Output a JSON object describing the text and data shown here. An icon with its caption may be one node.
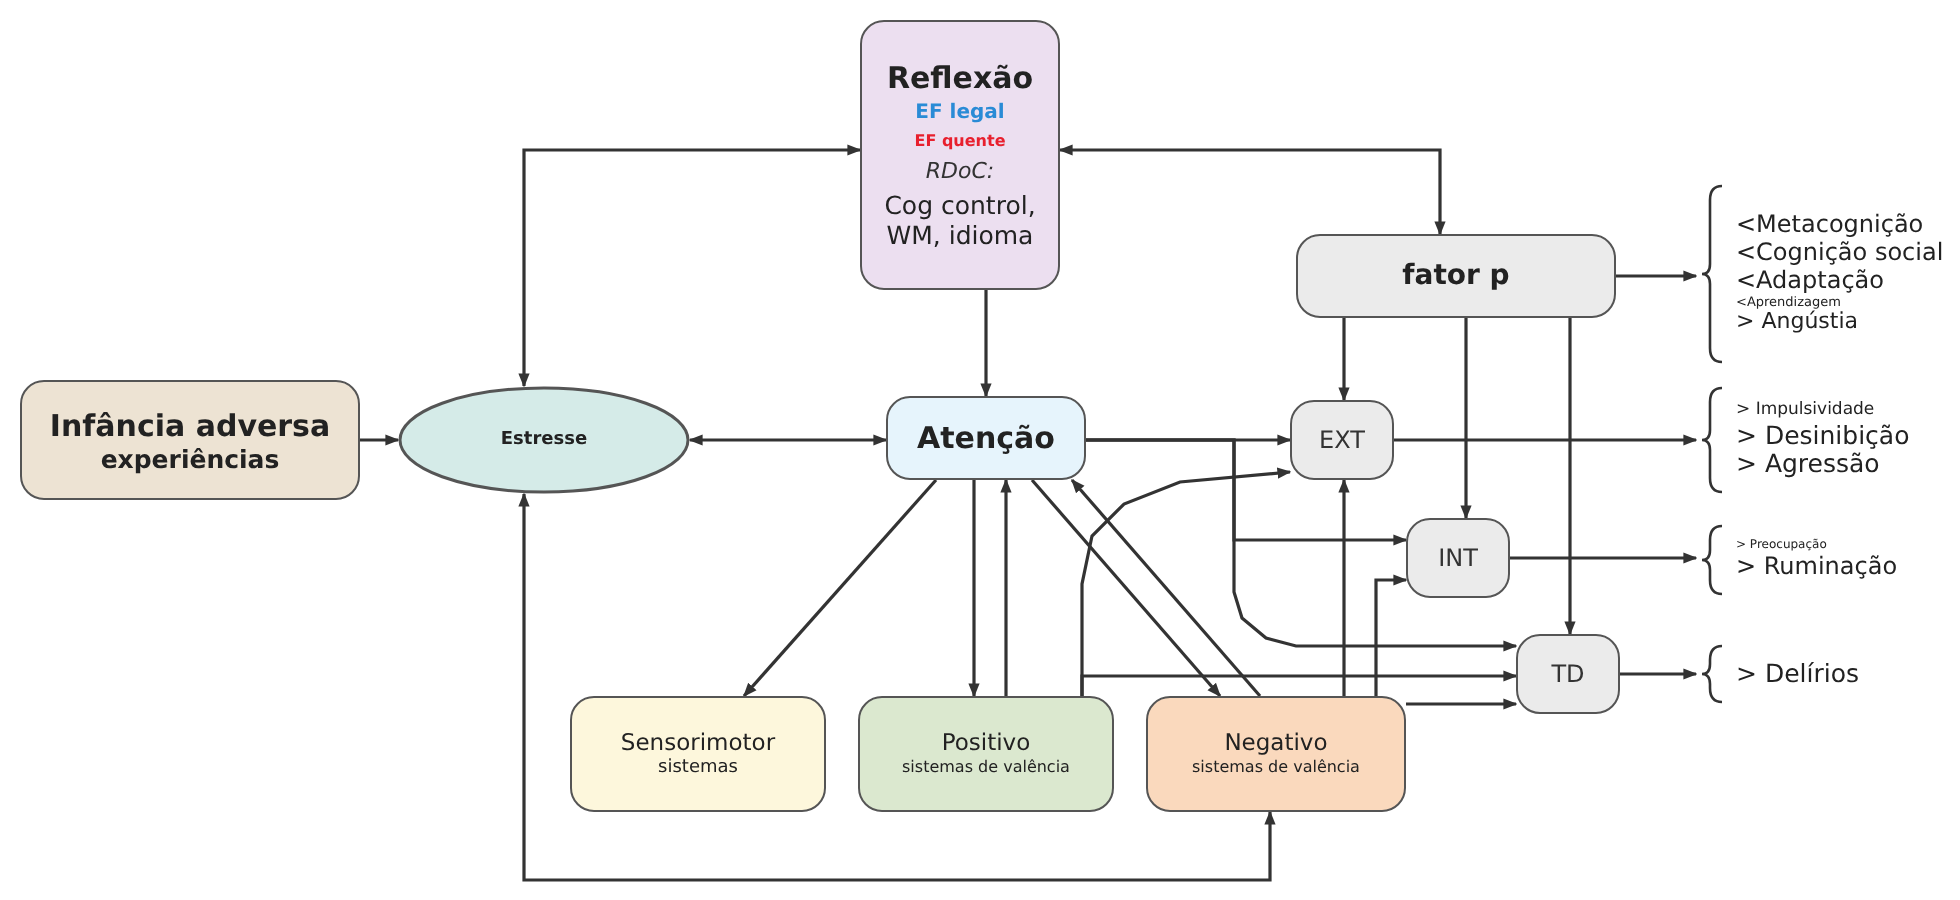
{
  "diagram": {
    "nodes": [
      {
        "text": [
          "Reflexão",
          "EF legal",
          "EF quente",
          "RDoC:",
          "Cog control, WM, idioma"
        ]
      },
      {
        "text": [
          "Infância adversa",
          "experiências"
        ]
      },
      {
        "text": [
          "Estresse"
        ]
      },
      {
        "text": [
          "Atenção"
        ]
      },
      {
        "text": [
          "fator p"
        ]
      },
      {
        "text": [
          "EXT"
        ]
      },
      {
        "text": [
          "INT"
        ]
      },
      {
        "text": [
          "TD"
        ]
      },
      {
        "text": [
          "Sensorimotor",
          "sistemas"
        ]
      },
      {
        "text": [
          "Positivo",
          "sistemas de valência"
        ]
      },
      {
        "text": [
          "Negativo",
          "sistemas de valência"
        ]
      },
      {
        "text": [
          "<Metacognição",
          "<Cognição social",
          "<Adaptação",
          "<Aprendizagem",
          "> Angústia"
        ]
      },
      {
        "text": [
          "> Impulsividade",
          "> Desinibição",
          "> Agressão"
        ]
      },
      {
        "text": [
          "> Preocupação",
          "> Ruminação"
        ]
      },
      {
        "text": [
          "> Delírios"
        ]
      }
    ],
    "edges": [
      {
        "from": 1,
        "to": 2,
        "arrow": "to"
      },
      {
        "from": 2,
        "to": 3,
        "arrow": "both"
      },
      {
        "from": 0,
        "to": 2,
        "arrow": "both"
      },
      {
        "from": 0,
        "to": 4,
        "arrow": "both"
      },
      {
        "from": 0,
        "to": 3,
        "arrow": "to"
      },
      {
        "from": 2,
        "to": 10,
        "arrow": "both"
      },
      {
        "from": 3,
        "to": 5,
        "arrow": "to"
      },
      {
        "from": 3,
        "to": 8,
        "arrow": "to"
      },
      {
        "from": 3,
        "to": 9,
        "arrow": "to"
      },
      {
        "from": 9,
        "to": 3,
        "arrow": "to"
      },
      {
        "from": 3,
        "to": 10,
        "arrow": "to"
      },
      {
        "from": 10,
        "to": 3,
        "arrow": "to"
      },
      {
        "from": 4,
        "to": 5,
        "arrow": "to"
      },
      {
        "from": 4,
        "to": 6,
        "arrow": "to"
      },
      {
        "from": 4,
        "to": 7,
        "arrow": "to"
      },
      {
        "from": 9,
        "to": 5,
        "arrow": "to"
      },
      {
        "from": 9,
        "to": 7,
        "arrow": "to"
      },
      {
        "from": 3,
        "to": 6,
        "arrow": "to"
      },
      {
        "from": 3,
        "to": 7,
        "arrow": "to"
      },
      {
        "from": 10,
        "to": 5,
        "arrow": "to"
      },
      {
        "from": 10,
        "to": 6,
        "arrow": "to"
      },
      {
        "from": 10,
        "to": 7,
        "arrow": "to"
      },
      {
        "from": 4,
        "to": 11,
        "arrow": "to"
      },
      {
        "from": 5,
        "to": 12,
        "arrow": "to"
      },
      {
        "from": 6,
        "to": 13,
        "arrow": "to"
      },
      {
        "from": 7,
        "to": 14,
        "arrow": "to"
      }
    ]
  }
}
